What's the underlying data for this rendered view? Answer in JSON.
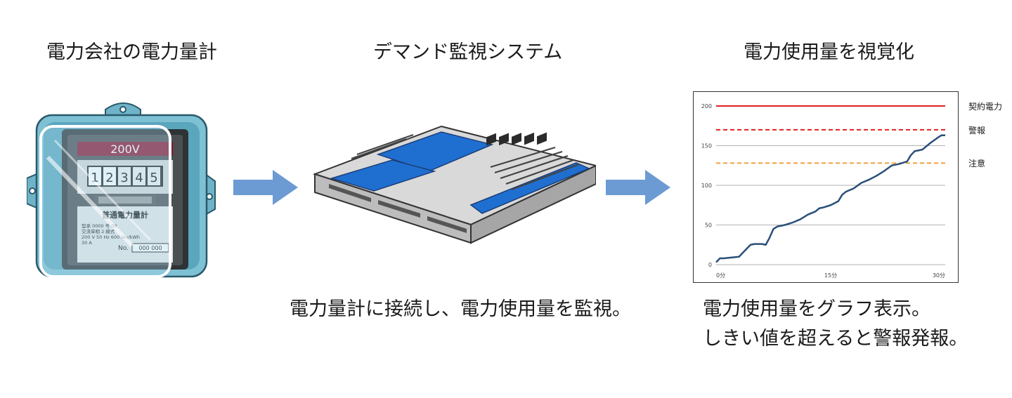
{
  "headings": {
    "meter": "電力会社の電力量計",
    "system": "デマンド監視システム",
    "visualize": "電力使用量を視覚化"
  },
  "meter": {
    "voltage_label": "200V",
    "digits": [
      "1",
      "2",
      "3",
      "4",
      "5"
    ],
    "name": "普通電力量計",
    "spec_lines": [
      "型承 0000 号 00",
      "交流単相 2 線式",
      "200 V    50 Hz   600 rev/kWh",
      "30 A"
    ],
    "serial_label": "No.",
    "serial_value": "000 000"
  },
  "captions": {
    "system": "電力量計に接続し、電力使用量を監視。",
    "visualize_line1": "電力使用量をグラフ表示。",
    "visualize_line2": "しきい値を超えると警報発報。"
  },
  "colors": {
    "arrow": "#6b9bd2",
    "contract": "#e02020",
    "alarm": "#e02020",
    "caution": "#f0a040",
    "usage": "#2a4f7a"
  },
  "chart_data": {
    "type": "line",
    "x_tick_labels": [
      "0分",
      "15分",
      "30分"
    ],
    "xlim": [
      0,
      30
    ],
    "y_ticks": [
      0,
      50,
      100,
      150,
      200
    ],
    "ylim": [
      0,
      200
    ],
    "grid": true,
    "thresholds": [
      {
        "name": "契約電力",
        "value": 200,
        "style": "solid",
        "color": "#e02020"
      },
      {
        "name": "警報",
        "value": 170,
        "style": "dashed",
        "color": "#e02020"
      },
      {
        "name": "注意",
        "value": 128,
        "style": "dashed",
        "color": "#f0a040"
      }
    ],
    "series": [
      {
        "values": [
          [
            0,
            3
          ],
          [
            0.5,
            8
          ],
          [
            1,
            8
          ],
          [
            2,
            9
          ],
          [
            3,
            10
          ],
          [
            3.5,
            15
          ],
          [
            4,
            20
          ],
          [
            4.5,
            25
          ],
          [
            5,
            26
          ],
          [
            6,
            26
          ],
          [
            6.5,
            25
          ],
          [
            7,
            34
          ],
          [
            7.5,
            45
          ],
          [
            8,
            48
          ],
          [
            9,
            50
          ],
          [
            10,
            53
          ],
          [
            11,
            57
          ],
          [
            12,
            63
          ],
          [
            13,
            67
          ],
          [
            13.5,
            71
          ],
          [
            14,
            72
          ],
          [
            15,
            75
          ],
          [
            16,
            80
          ],
          [
            16.5,
            88
          ],
          [
            17,
            92
          ],
          [
            18,
            96
          ],
          [
            19,
            103
          ],
          [
            20,
            107
          ],
          [
            21,
            112
          ],
          [
            22,
            118
          ],
          [
            23,
            125
          ],
          [
            24,
            127
          ],
          [
            25,
            130
          ],
          [
            25.5,
            138
          ],
          [
            26,
            143
          ],
          [
            27,
            145
          ],
          [
            28,
            153
          ],
          [
            29,
            160
          ],
          [
            29.5,
            163
          ],
          [
            30,
            163
          ]
        ]
      }
    ]
  }
}
